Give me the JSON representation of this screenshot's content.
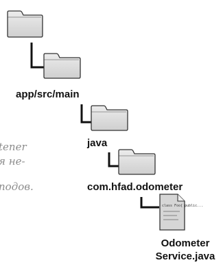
{
  "tree": {
    "root_icon": "folder-icon",
    "nodes": [
      {
        "icon": "folder-icon",
        "label": "app/src/main"
      },
      {
        "icon": "folder-icon",
        "label": "java"
      },
      {
        "icon": "folder-icon",
        "label": "com.hfad.odometer"
      },
      {
        "icon": "java-file-icon",
        "label_line1": "Odometer",
        "label_line2": "Service.java",
        "file_text": "class Foo{ public..."
      }
    ]
  },
  "side_note": {
    "line1": "tener",
    "line2": "я не-",
    "line3": "подов."
  },
  "colors": {
    "folder_fill": "#d9d9d9",
    "folder_stroke": "#333333",
    "connector": "#111111",
    "note_text": "#8c8c8c"
  }
}
